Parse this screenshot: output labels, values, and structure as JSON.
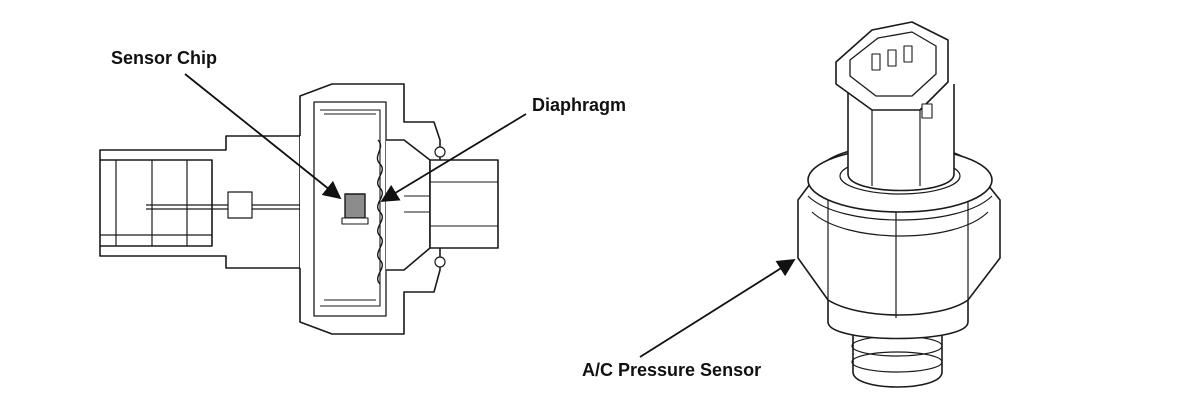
{
  "labels": {
    "sensor_chip": "Sensor Chip",
    "diaphragm": "Diaphragm",
    "ac_pressure_sensor": "A/C Pressure Sensor"
  },
  "colors": {
    "line": "#1a1a1a",
    "fill": "#ffffff",
    "chip": "#8c8c8c",
    "background": "#ffffff"
  }
}
